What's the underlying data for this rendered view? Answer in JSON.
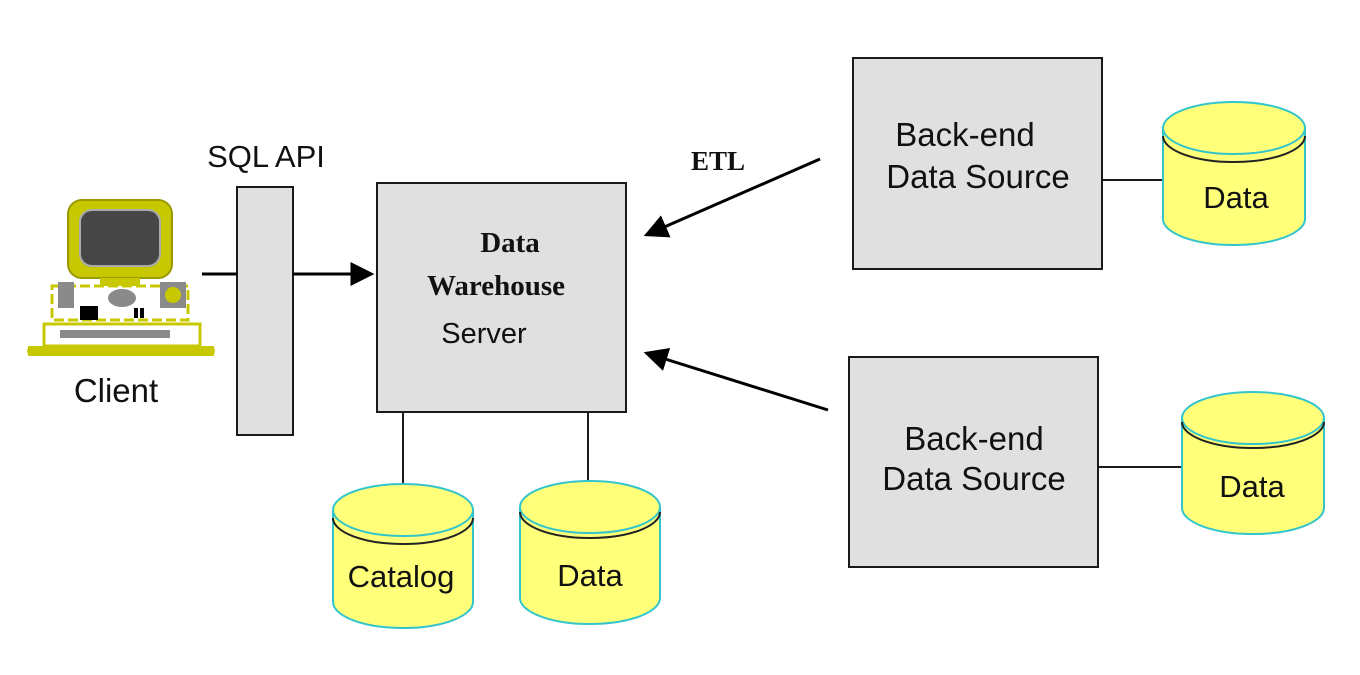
{
  "colors": {
    "box_fill": "#e0e0e0",
    "box_stroke": "#1a1a1a",
    "cylinder_fill": "#ffff7a",
    "cylinder_stroke": "#33c4cc",
    "client_body": "#c8c800",
    "client_screen": "#464646"
  },
  "client": {
    "label": "Client",
    "icon": "desktop-computer-icon"
  },
  "sql_api": {
    "label": "SQL API"
  },
  "warehouse": {
    "line1": "Data",
    "line2": "Warehouse",
    "line3": "Server"
  },
  "etl": {
    "label": "ETL"
  },
  "backends": [
    {
      "line1": "Back-end",
      "line2": "Data Source",
      "store_label": "Data"
    },
    {
      "line1": "Back-end",
      "line2": "Data Source",
      "store_label": "Data"
    }
  ],
  "warehouse_stores": [
    {
      "label": "Catalog"
    },
    {
      "label": "Data"
    }
  ]
}
